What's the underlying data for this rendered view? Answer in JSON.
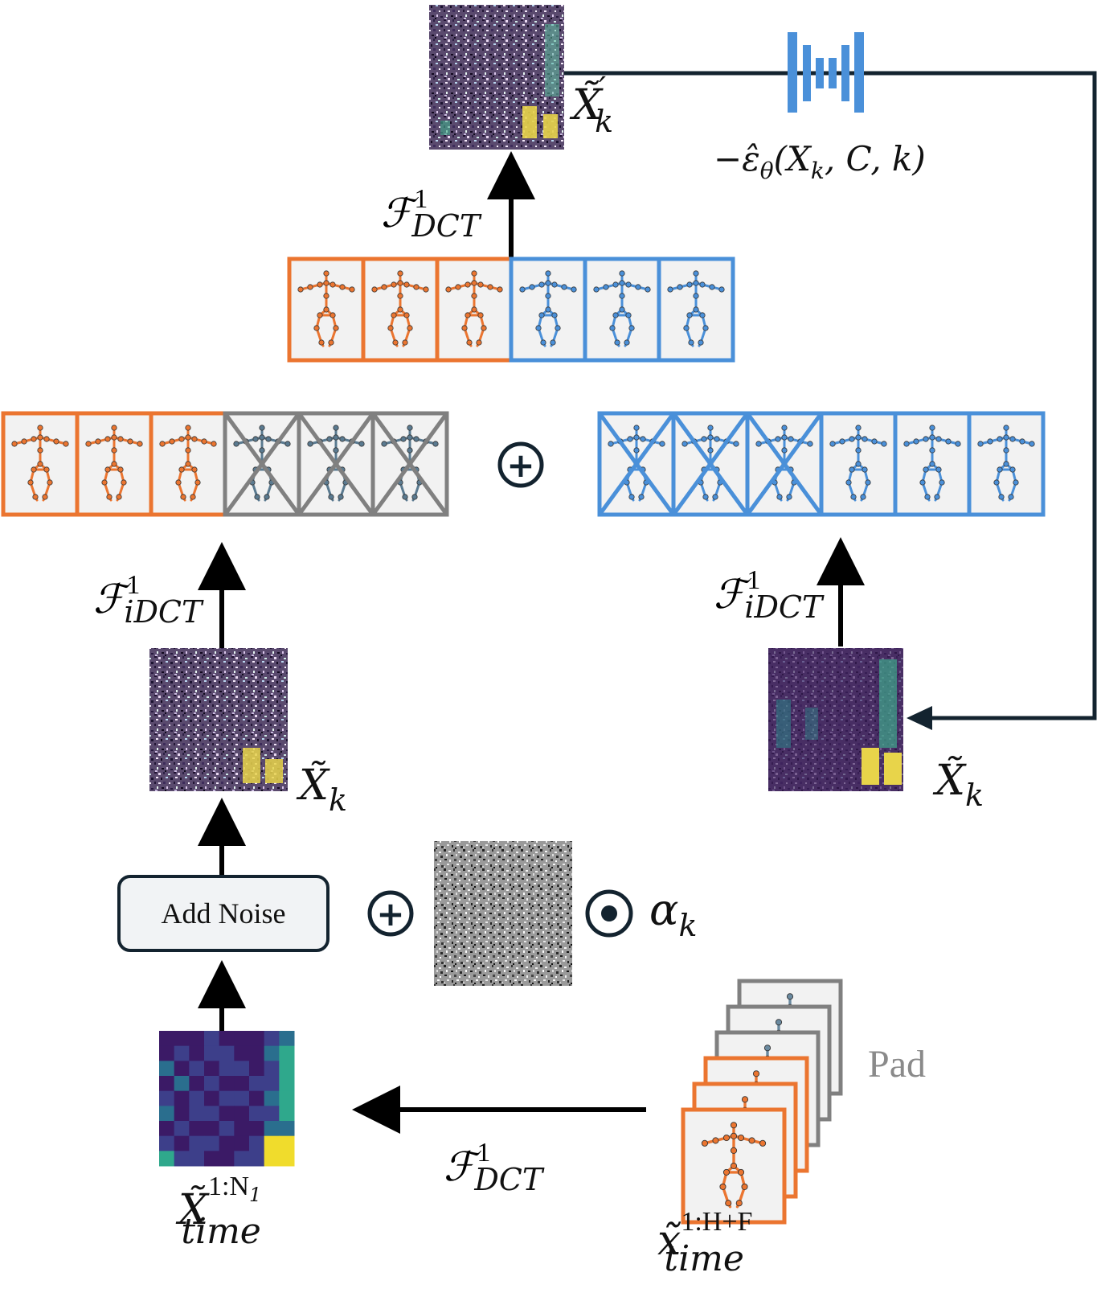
{
  "colors": {
    "history": "#eb7530",
    "future": "#4a90d9",
    "masked": "#808080",
    "line": "#13232f",
    "unet": "#4a90d9"
  },
  "labels": {
    "add_noise": "Add Noise",
    "pad": "Pad",
    "x_tilde_k_prime": "X̃′k",
    "eps_label": "−ε̂θ(Xk, C, k)",
    "dct_top": "ℱ¹DCT",
    "idct_left": "ℱ¹iDCT",
    "idct_right": "ℱ¹iDCT",
    "dct_bottom": "ℱ¹DCT",
    "x_tilde_k_left": "X̃k",
    "x_tilde_k_right": "X̃k",
    "alpha_k": "αk",
    "x_time_N1": "X̃1:N1 time",
    "x_time_HF": "x̃1:H+F time"
  },
  "math": {
    "calF": "ℱ",
    "sup1": "1",
    "DCT": "DCT",
    "iDCT": "iDCT",
    "X_tilde": "X̃",
    "k": "k",
    "prime": "′",
    "alpha": "α",
    "eps_main": "−ε̂",
    "eps_theta": "θ",
    "eps_args_open": "(X",
    "eps_args_close": ", C, k)",
    "time": "time",
    "x_tilde_lower": "x̃",
    "sup_N": "1:N",
    "sup_N_sub": "1",
    "sup_HF": "1:H+F",
    "oplus": "+",
    "odot": "•"
  },
  "sequences": {
    "top_row": [
      "history",
      "history",
      "history",
      "future",
      "future",
      "future"
    ],
    "left_row": [
      "history",
      "history",
      "history",
      "masked",
      "masked",
      "masked"
    ],
    "right_row": [
      "masked-future",
      "masked-future",
      "masked-future",
      "future",
      "future",
      "future"
    ]
  }
}
